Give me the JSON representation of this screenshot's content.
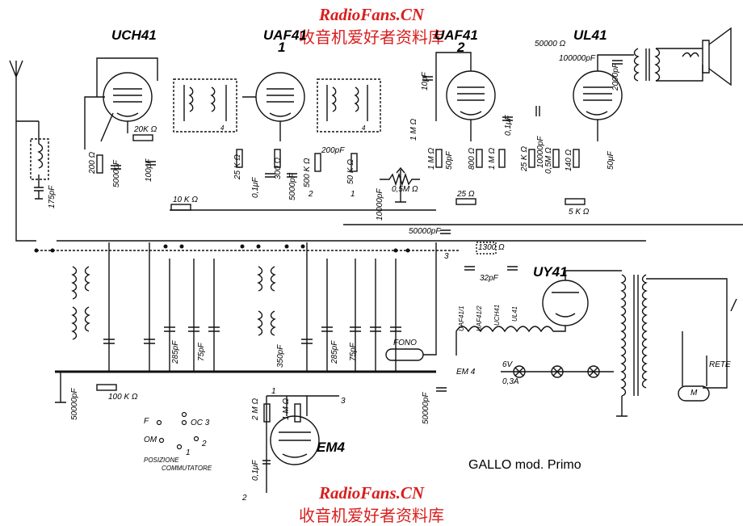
{
  "watermark": {
    "site": "RadioFans.CN",
    "chinese": "收音机爱好者资料库"
  },
  "tubes": {
    "uch41": "UCH41",
    "uaf41_1": "UAF41",
    "uaf41_1_index": "1",
    "uaf41_2": "UAF41",
    "uaf41_2_index": "2",
    "ul41": "UL41",
    "uy41": "UY41",
    "em4": "EM4"
  },
  "components": {
    "r_50000": "50000 Ω",
    "c_100000pf": "100000pF",
    "c_10pf": "10pF",
    "c_2000pf": "2000pF",
    "r_20k": "20K Ω",
    "r_200": "200 Ω",
    "c_5000pf_a": "5000pF",
    "c_100pf": "100pF",
    "c_175pf": "175pF",
    "r_25k_a": "25 K Ω",
    "c_01uf_a": "0,1μF",
    "r_300": "300 Ω",
    "c_5000pf_b": "5000pF",
    "c_200pf": "200pF",
    "r_500k": "500 K Ω",
    "r_50k": "50 K Ω",
    "r_1m_a": "1 M Ω",
    "r_1m_b": "1 M Ω",
    "c_50pf": "50pF",
    "r_05m_a": "0,5M Ω",
    "c_10000pf_a": "10000pF",
    "c_01uf_b": "0,1μF",
    "r_800": "800 Ω",
    "r_1m_c": "1 M Ω",
    "r_25k_b": "25 K Ω",
    "c_10000pf_b": "10000pF",
    "r_05m_b": "0,5M Ω",
    "r_140": "140 Ω",
    "c_50uf": "50μF",
    "r_25": "25 Ω",
    "r_5k": "5 K Ω",
    "r_10k": "10 K Ω",
    "c_50000pf_a": "50000pF",
    "r_1300": "1300 Ω",
    "c_32pf": "32pF",
    "c_285pf_a": "285pF",
    "c_75pf_a": "75pF",
    "c_350pf": "350pF",
    "c_285pf_b": "285pF",
    "c_75pf_b": "75pF",
    "c_50000pf_b": "50000pF",
    "r_100k": "100 K Ω",
    "c_50000pf_c": "50000pF",
    "r_2m": "2 M Ω",
    "r_1m_d": "1 M Ω",
    "c_01uf_c": "0,1μF"
  },
  "nodes": {
    "n1a": "1",
    "n2a": "2",
    "n3a": "3",
    "n1b": "1",
    "n2b": "2",
    "n3b": "3",
    "n4a": "4",
    "n4b": "4"
  },
  "heaters": [
    "UAF41/1",
    "UAF41/2",
    "UCH41",
    "UL41"
  ],
  "labels": {
    "fono": "FONO",
    "rete": "RETE",
    "em4_lamp": "EM 4",
    "lamp_v": "6V",
    "lamp_a": "0,3A",
    "motor": "M"
  },
  "switch_legend": {
    "f": "F",
    "oc3": "OC 3",
    "om": "OM",
    "p1": "1",
    "p2": "2",
    "caption1": "POSIZIONE",
    "caption2": "COMMUTATORE"
  },
  "footer": {
    "title": "GALLO mod. Primo"
  }
}
